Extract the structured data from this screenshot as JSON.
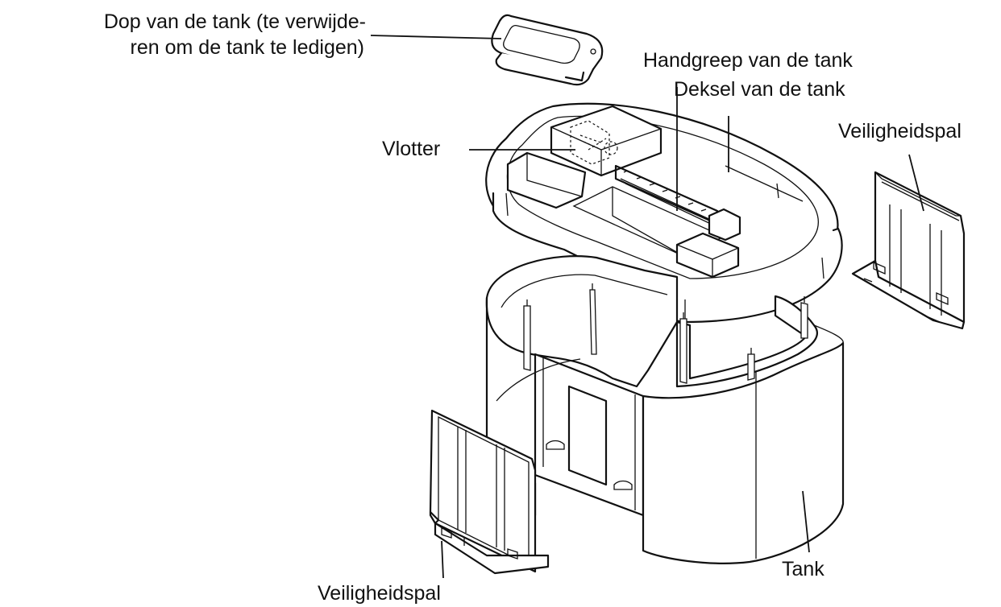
{
  "labels": {
    "cap_line1": "Dop van de tank (te verwijde-",
    "cap_line2": "ren om de tank te ledigen)",
    "handle": "Handgreep van de tank",
    "lid": "Deksel van de tank",
    "float": "Vlotter",
    "latch_right": "Veiligheidspal",
    "latch_left": "Veiligheidspal",
    "tank": "Tank"
  }
}
